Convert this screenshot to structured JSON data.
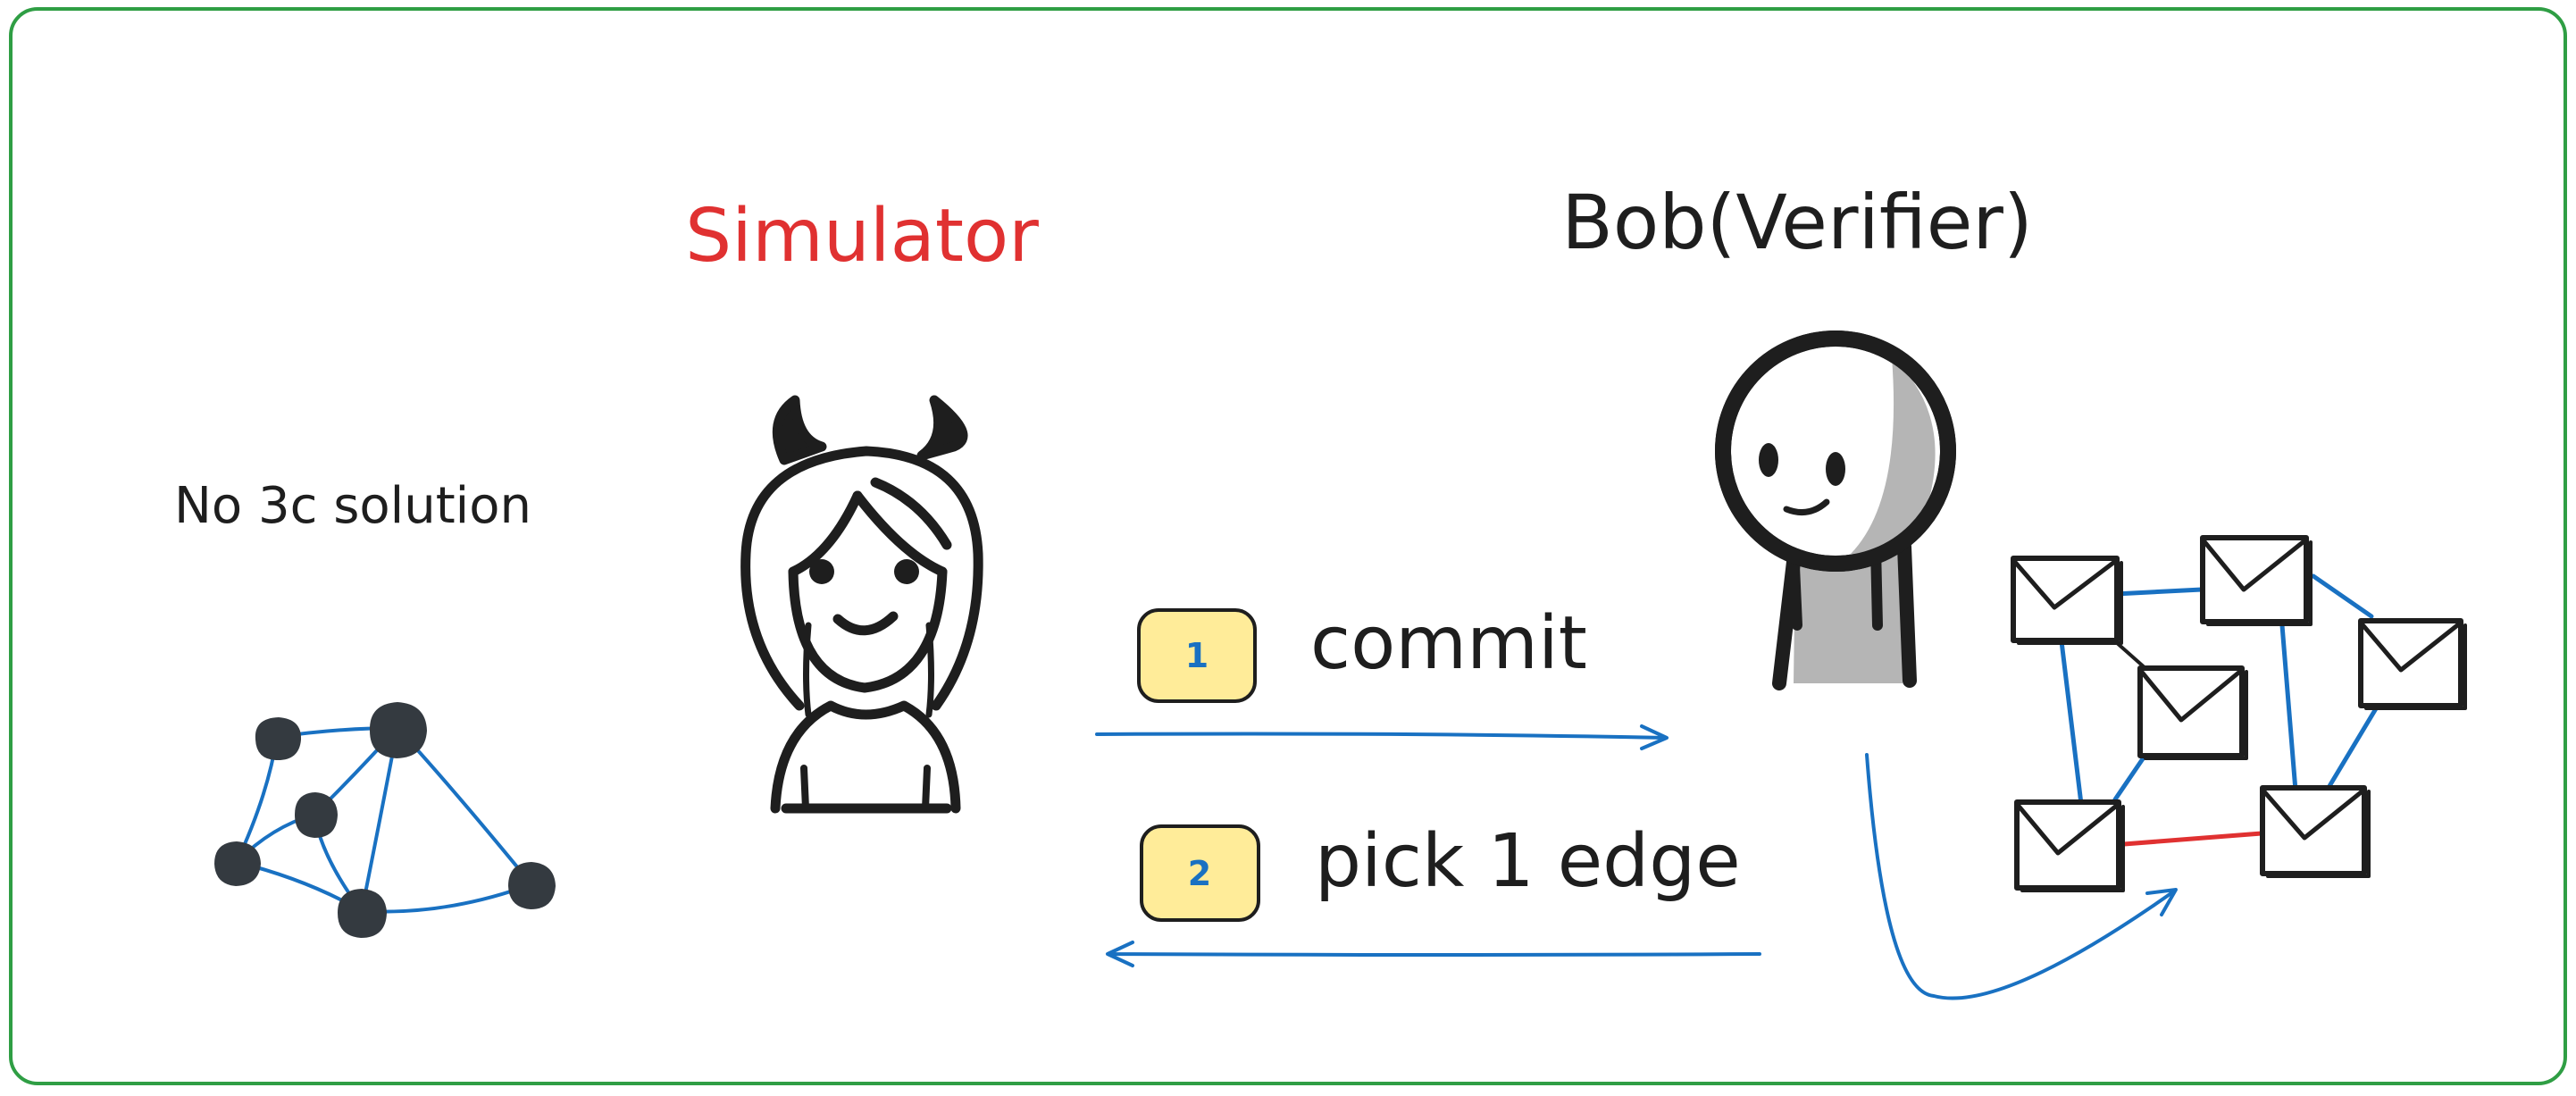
{
  "labels": {
    "simulator": "Simulator",
    "verifier": "Bob(Verifier)",
    "no_solution": "No 3c solution"
  },
  "steps": [
    {
      "number": "1",
      "label": "commit"
    },
    {
      "number": "2",
      "label": "pick 1 edge"
    }
  ],
  "colors": {
    "frame": "#2f9e44",
    "simulator_label": "#e03131",
    "ink": "#1e1e1e",
    "edge_blue": "#1971c2",
    "edge_red": "#e03131",
    "node_dark": "#343a40",
    "badge_fill": "#ffec99",
    "badge_text": "#1971c2",
    "figure_shade": "#b5b5b5"
  }
}
